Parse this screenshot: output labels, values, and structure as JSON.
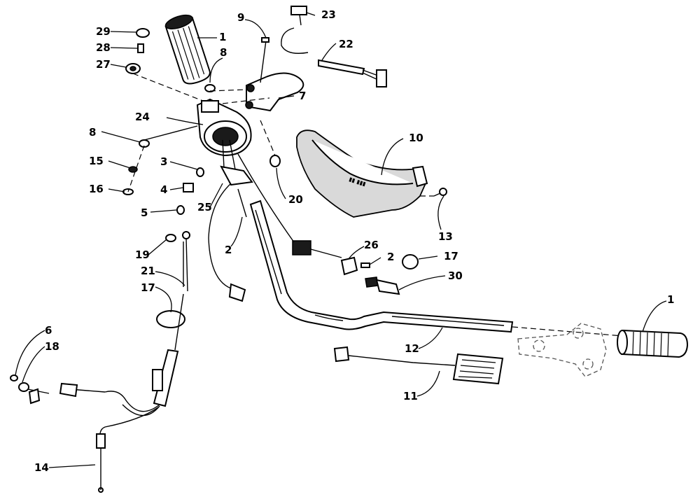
{
  "callouts": [
    {
      "id": "c29a",
      "label": "29"
    },
    {
      "id": "c28",
      "label": "28"
    },
    {
      "id": "c27",
      "label": "27"
    },
    {
      "id": "c1a",
      "label": "1"
    },
    {
      "id": "c8a",
      "label": "8"
    },
    {
      "id": "c9",
      "label": "9"
    },
    {
      "id": "c23",
      "label": "23"
    },
    {
      "id": "c22",
      "label": "22"
    },
    {
      "id": "c7",
      "label": "7"
    },
    {
      "id": "c24",
      "label": "24"
    },
    {
      "id": "c8b",
      "label": "8"
    },
    {
      "id": "c15",
      "label": "15"
    },
    {
      "id": "c16",
      "label": "16"
    },
    {
      "id": "c3",
      "label": "3"
    },
    {
      "id": "c4",
      "label": "4"
    },
    {
      "id": "c5",
      "label": "5"
    },
    {
      "id": "c10",
      "label": "10"
    },
    {
      "id": "c20",
      "label": "20"
    },
    {
      "id": "c25",
      "label": "25"
    },
    {
      "id": "c13",
      "label": "13"
    },
    {
      "id": "c2a",
      "label": "2"
    },
    {
      "id": "c26",
      "label": "26"
    },
    {
      "id": "c2b",
      "label": "2"
    },
    {
      "id": "c17a",
      "label": "17"
    },
    {
      "id": "c30",
      "label": "30"
    },
    {
      "id": "c19",
      "label": "19"
    },
    {
      "id": "c21",
      "label": "21"
    },
    {
      "id": "c17b",
      "label": "17"
    },
    {
      "id": "c1b",
      "label": "1"
    },
    {
      "id": "c6",
      "label": "6"
    },
    {
      "id": "c18",
      "label": "18"
    },
    {
      "id": "c12",
      "label": "12"
    },
    {
      "id": "c11",
      "label": "11"
    },
    {
      "id": "c14",
      "label": "14"
    }
  ]
}
